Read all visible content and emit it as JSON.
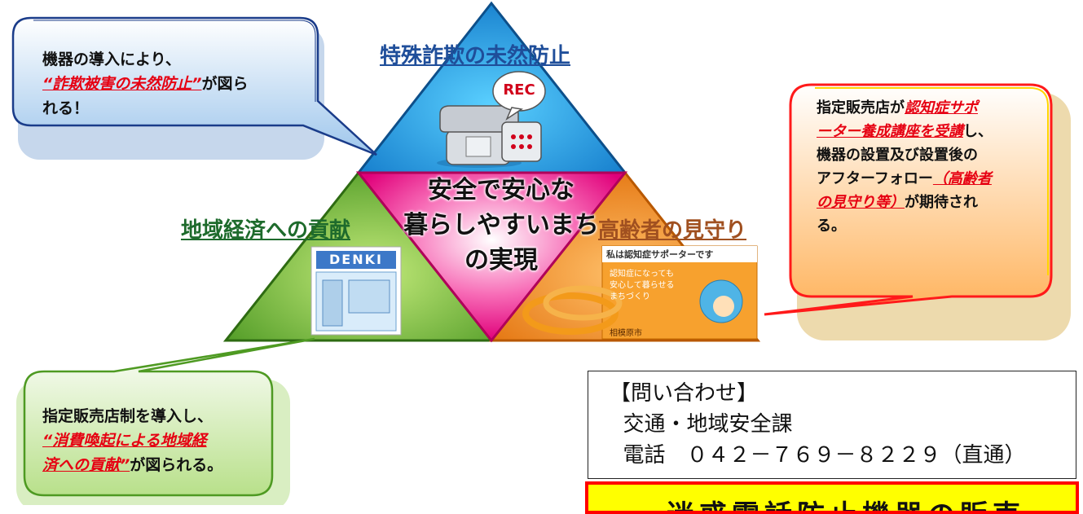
{
  "top_section": {
    "label": "特殊詐欺の未然防止",
    "rec_badge": "REC"
  },
  "left_section": {
    "label": "地域経済への貢献",
    "store_sign": "DENKI"
  },
  "right_section": {
    "label": "高齢者の見守り",
    "sign_header": "私は認知症サポーターです",
    "sign_lines": [
      "認知症になっても",
      "安心して暮らせる",
      "まちづくり"
    ],
    "sign_footer": "相模原市"
  },
  "center": {
    "lines": [
      "安全で安心な",
      "暮らしやすいまち",
      "の実現"
    ]
  },
  "bubble_top_left": {
    "line1": "機器の導入により、",
    "emph": "“詐欺被害の未然防止”",
    "after": "が図ら",
    "line3": "れる！"
  },
  "bubble_right": {
    "l1a": "指定販売店が",
    "l1b": "認知症サポ",
    "l2a": "ーター養成講座を受講",
    "l2b": "し、",
    "l3": "機器の設置及び設置後の",
    "l4a": "アフターフォロー",
    "l4b": "（高齢者",
    "l5a": "の見守り等）",
    "l5b": "が期待され",
    "l6": "る。"
  },
  "bubble_bottom_left": {
    "line1": "指定販売店制を導入し、",
    "emph1": "“消費喚起による地域経",
    "emph2": "済への貢献”",
    "after": "が図られる。"
  },
  "contact": {
    "title": "【問い合わせ】",
    "dept": "  交通・地域安全課",
    "phone": "  電話　０４２－７６９－８２２９（直通）"
  },
  "footer_banner": {
    "text": "迷惑電話防止機器の販売"
  },
  "colors": {
    "top_triangle": "#1f9fdf",
    "left_triangle": "#7cc242",
    "right_triangle": "#f28a1e",
    "center_triangle": "#ee2a8a",
    "top_label": "#1f4e9a",
    "left_label": "#1e6b2c",
    "right_label": "#a05020",
    "emphasis": "#e60012"
  }
}
